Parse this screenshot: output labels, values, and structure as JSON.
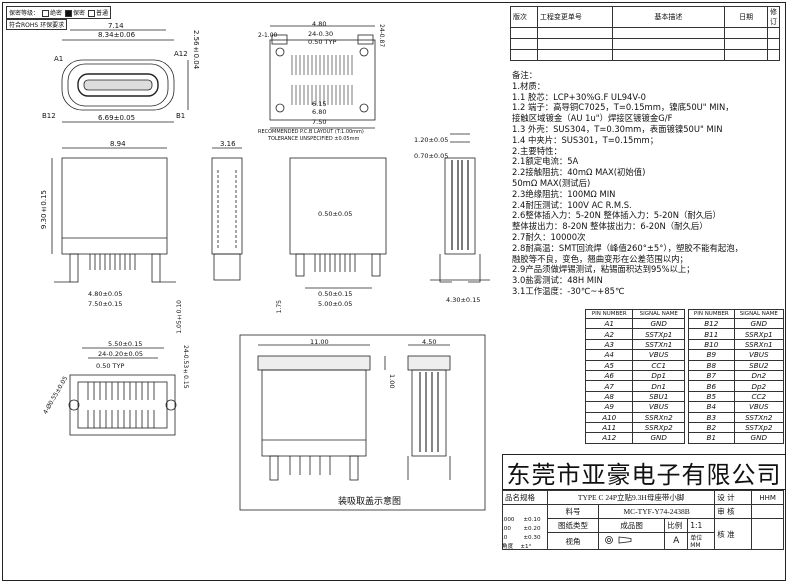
{
  "legend": {
    "items": [
      "保密等级：",
      "绝密",
      "保密",
      "普通"
    ],
    "rohs": "符合ROHS 环保要求"
  },
  "revision_table": {
    "headers": [
      "版次",
      "工程变更单号",
      "基本描述",
      "日期",
      "修订"
    ]
  },
  "notes": {
    "title": "备注：",
    "lines": [
      "1.材质：",
      "1.1  胶芯：LCP+30%G.F  UL94V-0",
      "1.2  端子：高导铜C7025，T=0.15mm，镍底50U\" MIN，",
      "         接触区域镀金（AU 1u\"）焊接区镀镀金G/F",
      "1.3  外壳：SUS304，T=0.30mm，表面镀镍50U\"  MIN",
      "1.4  中夹片：SUS301，T=0.15mm；",
      "2.主要特性：",
      "2.1额定电流：5A",
      "2.2接触阻抗：40mΩ MAX(初始值)",
      "              50mΩ  MAX(测试后)",
      "2.3绝缘阻抗：100MΩ  MIN",
      "2.4耐压测试：100V AC R.M.S.",
      "2.6整体插入力：5-20N    整体插入力：5-20N（耐久后）",
      "     整体拔出力：8-20N    整体拔出力：6-20N（耐久后）",
      "2.7耐久：10000次",
      "2.8耐高温：SMT回流焊（峰值260°±5°），塑胶不能有起泡，",
      "       融胶等不良，变色，翘曲变形在公差范围以内；",
      "2.9产品须做焊锡测试，粘锡面积达到95%以上；",
      "3.0盐雾测试：48H  MIN",
      "3.1工作温度：-30℃~+85℃"
    ]
  },
  "pin_table_a": {
    "headers": [
      "PIN NUMBER",
      "SIGNAL NAME"
    ],
    "rows": [
      [
        "A1",
        "GND"
      ],
      [
        "A2",
        "SSTXp1"
      ],
      [
        "A3",
        "SSTXn1"
      ],
      [
        "A4",
        "VBUS"
      ],
      [
        "A5",
        "CC1"
      ],
      [
        "A6",
        "Dp1"
      ],
      [
        "A7",
        "Dn1"
      ],
      [
        "A8",
        "SBU1"
      ],
      [
        "A9",
        "VBUS"
      ],
      [
        "A10",
        "SSRXn2"
      ],
      [
        "A11",
        "SSRXp2"
      ],
      [
        "A12",
        "GND"
      ]
    ]
  },
  "pin_table_b": {
    "headers": [
      "PIN NUMBER",
      "SIGNAL NAME"
    ],
    "rows": [
      [
        "B12",
        "GND"
      ],
      [
        "B11",
        "SSRXp1"
      ],
      [
        "B10",
        "SSRXn1"
      ],
      [
        "B9",
        "VBUS"
      ],
      [
        "B8",
        "SBU2"
      ],
      [
        "B7",
        "Dn2"
      ],
      [
        "B6",
        "Dp2"
      ],
      [
        "B5",
        "CC2"
      ],
      [
        "B4",
        "VBUS"
      ],
      [
        "B3",
        "SSTXn2"
      ],
      [
        "B2",
        "SSTXp2"
      ],
      [
        "B1",
        "GND"
      ]
    ]
  },
  "title_block": {
    "company": "东莞市亚豪电子有限公司",
    "name_label": "品名规格",
    "name_value": "TYPE C 24P立贴9.3H母座带小脚",
    "part_label": "料号",
    "part_value": "MC-TYF-Y74-2438B",
    "drawing_label": "图纸类型",
    "drawing_value": "成品图",
    "scale_label": "比例",
    "scale_value": "1:1",
    "design_label": "设  计",
    "design_value": "HHM",
    "check_label": "审  核",
    "approve_label": "核  准",
    "unit_label": "单位",
    "unit_value": "MM",
    "view_label": "视角",
    "a_label": "A"
  },
  "tolerances": [
    {
      "range": ".000",
      "tol": "±0.10"
    },
    {
      "range": ".00",
      "tol": "±0.20"
    },
    {
      "range": ".0",
      "tol": "±0.30"
    },
    {
      "range": "角度",
      "tol": "±1°"
    }
  ],
  "drawing_labels": {
    "front": {
      "A1": "A1",
      "A12": "A12",
      "B12": "B12",
      "B1": "B1",
      "d1": "8.34±0.06",
      "d2": "7.14",
      "d3": "6.69±0.05",
      "d4": "2.56±0.04"
    },
    "pcb": {
      "d1": "4.80",
      "d2": "24-0.30",
      "d3": "0.50 TYP",
      "d4": "6.15",
      "d5": "6.80",
      "d6": "7.50",
      "d7": "2-1.00",
      "d8": "24-0.87",
      "caption1": "RECOMMENDED P.C.B LAYOUT (T:1.00mm)",
      "caption2": "TOLERANCE UNSPECIFIED ±0.05mm"
    },
    "side": {
      "d1": "8.94",
      "d2": "3.16",
      "d3": "9.30±0.15",
      "d4": "4.80±0.05",
      "d5": "7.50±0.15",
      "d6": "5.00±0.05",
      "d7": "1.05±0.10",
      "d8": "1.75",
      "d9": "4.30±0.15",
      "d10": "1.20±0.05",
      "d11": "0.70±0.05",
      "d12": "0.50±0.05",
      "d13": "0.50±0.15"
    },
    "bottom": {
      "d1": "5.50±0.15",
      "d2": "24-0.20±0.05",
      "d3": "0.50 TYP",
      "d4": "24-0.53±0.15",
      "d5": "4-Ø0.55±0.05"
    },
    "vacuum": {
      "d1": "11.00",
      "d2": "4.50",
      "d3": "1.00",
      "caption": "装吸取盖示意图"
    }
  }
}
